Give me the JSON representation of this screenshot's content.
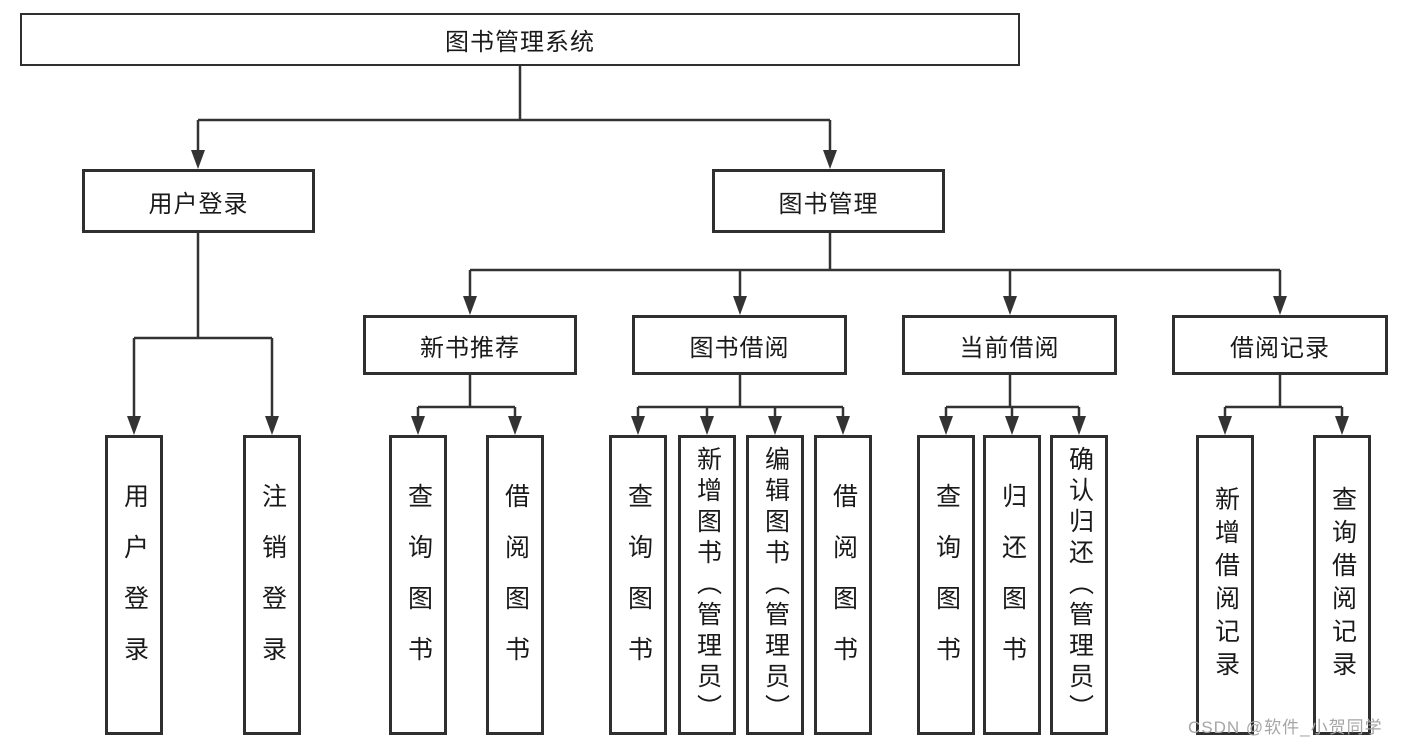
{
  "tree": {
    "root_label": "图书管理系统",
    "login": {
      "label": "用户登录",
      "leaves": [
        "用户登录",
        "注销登录"
      ]
    },
    "management": {
      "label": "图书管理",
      "sections": [
        {
          "label": "新书推荐",
          "leaves": [
            "查询图书",
            "借阅图书"
          ]
        },
        {
          "label": "图书借阅",
          "leaves": [
            "查询图书",
            "新增图书（管理员）",
            "编辑图书（管理员）",
            "借阅图书"
          ]
        },
        {
          "label": "当前借阅",
          "leaves": [
            "查询图书",
            "归还图书",
            "确认归还（管理员）"
          ]
        },
        {
          "label": "借阅记录",
          "leaves": [
            "新增借阅记录",
            "查询借阅记录"
          ]
        }
      ]
    }
  },
  "watermark": "CSDN @软件_小贺同学",
  "colors": {
    "line": "#333333",
    "box_border": "#2f2f2f",
    "text": "#1a1a1a",
    "watermark": "#a6a6a6",
    "background": "#ffffff"
  }
}
